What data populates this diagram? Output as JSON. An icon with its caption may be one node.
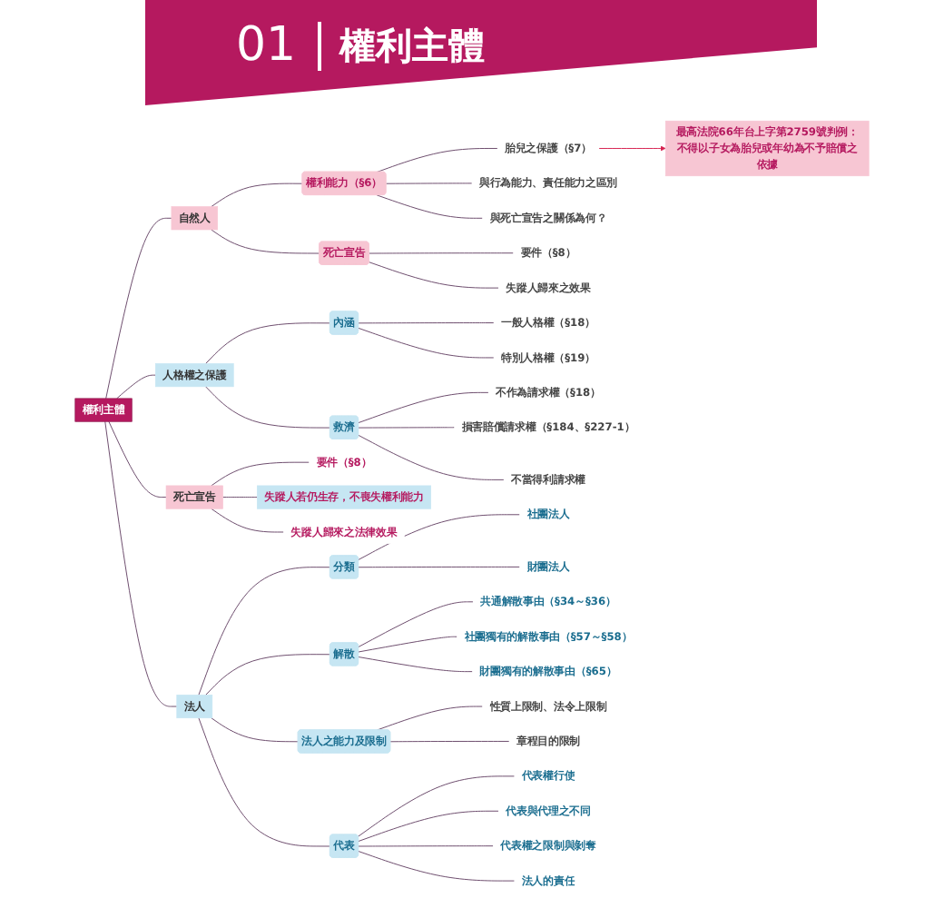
{
  "diagram": {
    "title": "權利主體",
    "nodes": [
      {
        "text": [
          "權利主體"
        ]
      },
      {
        "text": [
          "自然人"
        ]
      },
      {
        "text": [
          "權利能力（§6）"
        ]
      },
      {
        "text": [
          "胎兒之保護（§7）"
        ]
      },
      {
        "text": [
          "最高法院66年台上字第2759號判例：不得以子女為胎兒或年幼為不予賠償之依據"
        ]
      },
      {
        "text": [
          "與行為能力、責任能力之區別"
        ]
      },
      {
        "text": [
          "與死亡宣告之關係為何？"
        ]
      },
      {
        "text": [
          "死亡宣告"
        ]
      },
      {
        "text": [
          "要件（§8）"
        ]
      },
      {
        "text": [
          "失蹤人歸來之效果"
        ]
      },
      {
        "text": [
          "人格權之保護"
        ]
      },
      {
        "text": [
          "內涵"
        ]
      },
      {
        "text": [
          "一般人格權（§18）"
        ]
      },
      {
        "text": [
          "特別人格權（§19）"
        ]
      },
      {
        "text": [
          "救濟"
        ]
      },
      {
        "text": [
          "不作為請求權（§18）"
        ]
      },
      {
        "text": [
          "損害賠償請求權（§184、§227-1）"
        ]
      },
      {
        "text": [
          "不當得利請求權"
        ]
      },
      {
        "text": [
          "死亡宣告"
        ]
      },
      {
        "text": [
          "要件（§8）"
        ]
      },
      {
        "text": [
          "失蹤人若仍生存，不喪失權利能力"
        ]
      },
      {
        "text": [
          "失蹤人歸來之法律效果"
        ]
      },
      {
        "text": [
          "法人"
        ]
      },
      {
        "text": [
          "分類"
        ]
      },
      {
        "text": [
          "社團法人"
        ]
      },
      {
        "text": [
          "財團法人"
        ]
      },
      {
        "text": [
          "解散"
        ]
      },
      {
        "text": [
          "共通解散事由（§34～§36）"
        ]
      },
      {
        "text": [
          "社團獨有的解散事由（§57～§58）"
        ]
      },
      {
        "text": [
          "財團獨有的解散事由（§65）"
        ]
      },
      {
        "text": [
          "法人之能力及限制"
        ]
      },
      {
        "text": [
          "性質上限制、法令上限制"
        ]
      },
      {
        "text": [
          "章程目的限制"
        ]
      },
      {
        "text": [
          "代表"
        ]
      },
      {
        "text": [
          "代表權行使"
        ]
      },
      {
        "text": [
          "代表與代理之不同"
        ]
      },
      {
        "text": [
          "代表權之限制與剝奪"
        ]
      },
      {
        "text": [
          "法人的責任"
        ]
      }
    ],
    "edges": [
      {
        "from": 0,
        "to": 1,
        "arrow": "none"
      },
      {
        "from": 1,
        "to": 2,
        "arrow": "none"
      },
      {
        "from": 2,
        "to": 3,
        "arrow": "none"
      },
      {
        "from": 3,
        "to": 4,
        "arrow": "to",
        "color": "#d6204f"
      },
      {
        "from": 2,
        "to": 5,
        "arrow": "none"
      },
      {
        "from": 2,
        "to": 6,
        "arrow": "none"
      },
      {
        "from": 1,
        "to": 7,
        "arrow": "none"
      },
      {
        "from": 7,
        "to": 8,
        "arrow": "none"
      },
      {
        "from": 7,
        "to": 9,
        "arrow": "none"
      },
      {
        "from": 0,
        "to": 10,
        "arrow": "none"
      },
      {
        "from": 10,
        "to": 11,
        "arrow": "none"
      },
      {
        "from": 11,
        "to": 12,
        "arrow": "none"
      },
      {
        "from": 11,
        "to": 13,
        "arrow": "none"
      },
      {
        "from": 10,
        "to": 14,
        "arrow": "none"
      },
      {
        "from": 14,
        "to": 15,
        "arrow": "none"
      },
      {
        "from": 14,
        "to": 16,
        "arrow": "none"
      },
      {
        "from": 14,
        "to": 17,
        "arrow": "none"
      },
      {
        "from": 0,
        "to": 18,
        "arrow": "none"
      },
      {
        "from": 18,
        "to": 19,
        "arrow": "none"
      },
      {
        "from": 18,
        "to": 20,
        "arrow": "none"
      },
      {
        "from": 18,
        "to": 21,
        "arrow": "none"
      },
      {
        "from": 0,
        "to": 22,
        "arrow": "none"
      },
      {
        "from": 22,
        "to": 23,
        "arrow": "none"
      },
      {
        "from": 23,
        "to": 24,
        "arrow": "none"
      },
      {
        "from": 23,
        "to": 25,
        "arrow": "none"
      },
      {
        "from": 22,
        "to": 26,
        "arrow": "none"
      },
      {
        "from": 26,
        "to": 27,
        "arrow": "none"
      },
      {
        "from": 26,
        "to": 28,
        "arrow": "none"
      },
      {
        "from": 26,
        "to": 29,
        "arrow": "none"
      },
      {
        "from": 22,
        "to": 30,
        "arrow": "none"
      },
      {
        "from": 30,
        "to": 31,
        "arrow": "none"
      },
      {
        "from": 30,
        "to": 32,
        "arrow": "none"
      },
      {
        "from": 22,
        "to": 33,
        "arrow": "none"
      },
      {
        "from": 33,
        "to": 34,
        "arrow": "none"
      },
      {
        "from": 33,
        "to": 35,
        "arrow": "none"
      },
      {
        "from": 33,
        "to": 36,
        "arrow": "none"
      },
      {
        "from": 33,
        "to": 37,
        "arrow": "none"
      }
    ],
    "labels": [
      "01"
    ]
  }
}
